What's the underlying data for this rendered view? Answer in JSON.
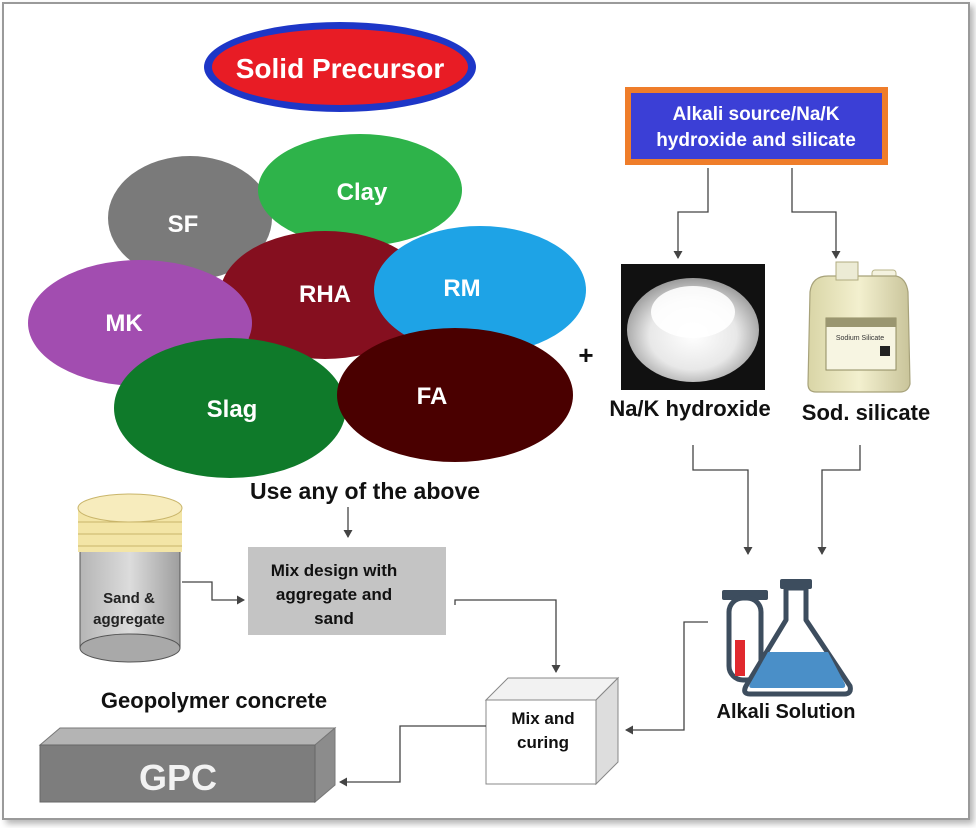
{
  "title": "Solid Precursor",
  "precursors": [
    "SF",
    "Clay",
    "RHA",
    "RM",
    "MK",
    "Slag",
    "FA"
  ],
  "precursor_colors": {
    "SF": "#7a7a7a",
    "Clay": "#2eb34a",
    "RHA": "#850f1f",
    "RM": "#1ea3e6",
    "MK": "#a24db0",
    "Slag": "#0f7a2a",
    "FA": "#4a0000"
  },
  "use_any": "Use any of the above",
  "plus": "+",
  "alkali_source": {
    "line1": "Alkali source/Na/K",
    "line2": "hydroxide and silicate",
    "fill": "#3b3fd6",
    "border": "#ef7d2a"
  },
  "hydroxide_label": "Na/K hydroxide",
  "silicate_label": "Sod. silicate",
  "silicate_bottle_text": "Sodium Silicate",
  "sand": {
    "line1": "Sand &",
    "line2": "aggregate"
  },
  "mix_design": {
    "line1": "Mix design with",
    "line2": "aggregate and",
    "line3": "sand"
  },
  "mix_curing": {
    "line1": "Mix and",
    "line2": "curing"
  },
  "alkali_solution": "Alkali Solution",
  "geopolymer_label": "Geopolymer concrete",
  "gpc": "GPC"
}
